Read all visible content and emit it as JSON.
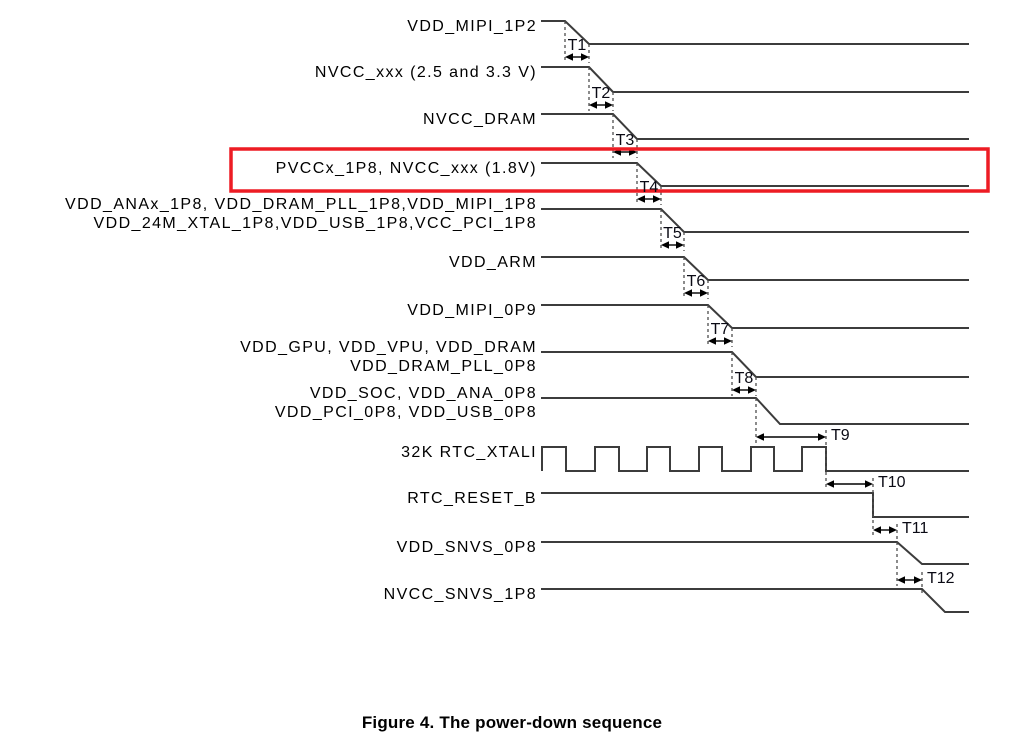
{
  "diagram": {
    "signals": [
      {
        "name": "vdd-mipi-1p2",
        "lines": [
          "VDD_MIPI_1P2"
        ],
        "t_label": "T1"
      },
      {
        "name": "nvcc-xxx-2p5-3p3",
        "lines": [
          "NVCC_xxx (2.5 and 3.3 V)"
        ],
        "t_label": "T2"
      },
      {
        "name": "nvcc-dram",
        "lines": [
          "NVCC_DRAM"
        ],
        "t_label": "T3"
      },
      {
        "name": "pvccx-1p8-nvcc-1p8",
        "lines": [
          "PVCCx_1P8, NVCC_xxx (1.8V)"
        ],
        "t_label": "T4",
        "highlighted": true
      },
      {
        "name": "vdd-1p8-group",
        "lines": [
          "VDD_ANAx_1P8, VDD_DRAM_PLL_1P8,VDD_MIPI_1P8",
          "VDD_24M_XTAL_1P8,VDD_USB_1P8,VCC_PCI_1P8"
        ],
        "t_label": "T5"
      },
      {
        "name": "vdd-arm",
        "lines": [
          "VDD_ARM"
        ],
        "t_label": "T6"
      },
      {
        "name": "vdd-mipi-0p9",
        "lines": [
          "VDD_MIPI_0P9"
        ],
        "t_label": "T7"
      },
      {
        "name": "vdd-gpu-vpu-dram",
        "lines": [
          "VDD_GPU, VDD_VPU, VDD_DRAM",
          "VDD_DRAM_PLL_0P8"
        ],
        "t_label": "T8"
      },
      {
        "name": "vdd-soc-0p8-group",
        "lines": [
          "VDD_SOC, VDD_ANA_0P8",
          "VDD_PCI_0P8, VDD_USB_0P8"
        ],
        "t_label": "T9"
      },
      {
        "name": "rtc-xtali-32k",
        "lines": [
          "32K RTC_XTALI"
        ],
        "t_label": "T10"
      },
      {
        "name": "rtc-reset-b",
        "lines": [
          "RTC_RESET_B"
        ],
        "t_label": "T11"
      },
      {
        "name": "vdd-snvs-0p8",
        "lines": [
          "VDD_SNVS_0P8"
        ],
        "t_label": "T12"
      },
      {
        "name": "nvcc-snvs-1p8",
        "lines": [
          "NVCC_SNVS_1P8"
        ],
        "t_label": ""
      }
    ],
    "timing_labels": [
      "T1",
      "T2",
      "T3",
      "T4",
      "T5",
      "T6",
      "T7",
      "T8",
      "T9",
      "T10",
      "T11",
      "T12"
    ],
    "colors": {
      "waveform": "#3c3c3c",
      "dash": "#4d4d4d",
      "arrow": "#000000",
      "text": "#000000",
      "highlight_box": "#ed1c24"
    }
  },
  "caption": "Figure 4. The power-down sequence"
}
